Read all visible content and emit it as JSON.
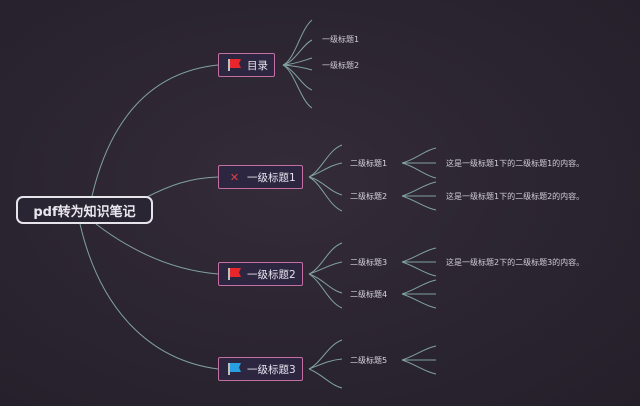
{
  "root": {
    "label": "pdf转为知识笔记"
  },
  "branches": [
    {
      "label": "目录",
      "icon": "red-flag-icon",
      "children": [
        {
          "label": "一级标题1"
        },
        {
          "label": "一级标题2"
        }
      ]
    },
    {
      "label": "一级标题1",
      "icon": "tools-icon",
      "children": [
        {
          "label": "二级标题1",
          "note": "这是一级标题1下的二级标题1的内容。"
        },
        {
          "label": "二级标题2",
          "note": "这是一级标题1下的二级标题2的内容。"
        }
      ]
    },
    {
      "label": "一级标题2",
      "icon": "red-flag-icon",
      "children": [
        {
          "label": "二级标题3",
          "note": "这是一级标题2下的二级标题3的内容。"
        },
        {
          "label": "二级标题4"
        }
      ]
    },
    {
      "label": "一级标题3",
      "icon": "blue-flag-icon",
      "children": [
        {
          "label": "二级标题5"
        }
      ]
    }
  ],
  "colors": {
    "background": "#2c2630",
    "root_border": "#e8e4ec",
    "branch_border": "#c46ea2",
    "connector": "#8fb8b0",
    "flag_red": "#e8262b",
    "flag_blue": "#2a9fe0"
  }
}
